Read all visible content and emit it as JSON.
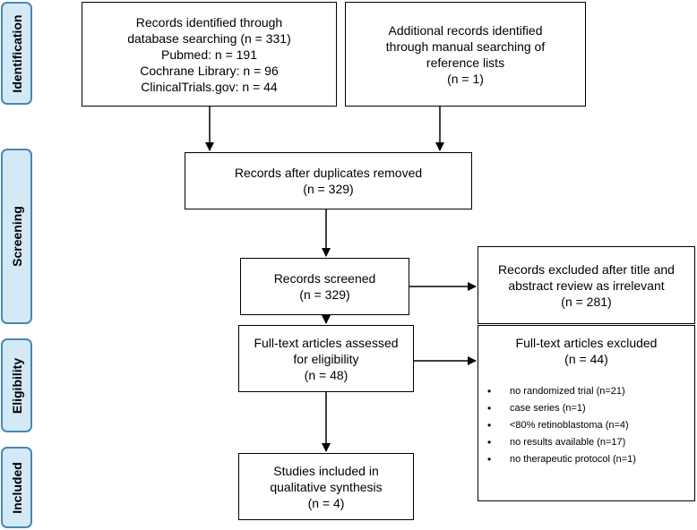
{
  "phases": [
    "Identification",
    "Screening",
    "Eligibility",
    "Included"
  ],
  "boxes": {
    "identified": {
      "lines": [
        "Records identified through",
        "database searching (n = 331)",
        "Pubmed: n = 191",
        "Cochrane Library: n = 96",
        "ClinicalTrials.gov: n = 44"
      ]
    },
    "additional": {
      "lines": [
        "Additional records identified",
        "through manual searching of",
        "reference lists",
        "(n = 1)"
      ]
    },
    "deduplicated": {
      "lines": [
        "Records after duplicates removed",
        "(n = 329)"
      ]
    },
    "screened": {
      "lines": [
        "Records screened",
        "(n = 329)"
      ]
    },
    "excluded_title": {
      "lines": [
        "Records excluded after title and",
        "abstract review as irrelevant",
        "(n = 281)"
      ]
    },
    "fulltext": {
      "lines": [
        "Full-text articles assessed",
        "for eligibility",
        "(n = 48)"
      ]
    },
    "excluded_fulltext": {
      "title": "Full-text articles excluded",
      "count": "(n = 44)",
      "reasons": [
        "no randomized trial (n=21)",
        "case series (n=1)",
        "<80% retinoblastoma (n=4)",
        "no results available (n=17)",
        "no therapeutic protocol (n=1)"
      ]
    },
    "included": {
      "lines": [
        "Studies included in",
        "qualitative synthesis",
        "(n = 4)"
      ]
    }
  }
}
